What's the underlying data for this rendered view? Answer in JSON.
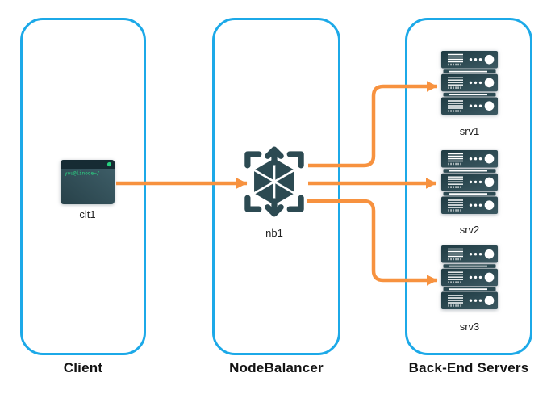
{
  "diagram": {
    "groups": [
      {
        "id": "client",
        "label": "Client"
      },
      {
        "id": "nodebalancer",
        "label": "NodeBalancer"
      },
      {
        "id": "backend",
        "label": "Back-End Servers"
      }
    ],
    "nodes": [
      {
        "id": "clt1",
        "label": "clt1",
        "type": "terminal",
        "terminal_text": "you@linode~/"
      },
      {
        "id": "nb1",
        "label": "nb1",
        "type": "nodebalancer"
      },
      {
        "id": "srv1",
        "label": "srv1",
        "type": "server"
      },
      {
        "id": "srv2",
        "label": "srv2",
        "type": "server"
      },
      {
        "id": "srv3",
        "label": "srv3",
        "type": "server"
      }
    ],
    "edges": [
      {
        "from": "clt1",
        "to": "nb1"
      },
      {
        "from": "nb1",
        "to": "srv1"
      },
      {
        "from": "nb1",
        "to": "srv2"
      },
      {
        "from": "nb1",
        "to": "srv3"
      }
    ],
    "colors": {
      "group_border_blue": "#1CA9E8",
      "arrow_orange": "#F7923F",
      "icon_teal": "#2C4A52",
      "icon_teal_dark": "#1E343C",
      "icon_teal_light": "#3E5A63",
      "terminal_green": "#2BD884",
      "label_dark": "#141414"
    }
  }
}
